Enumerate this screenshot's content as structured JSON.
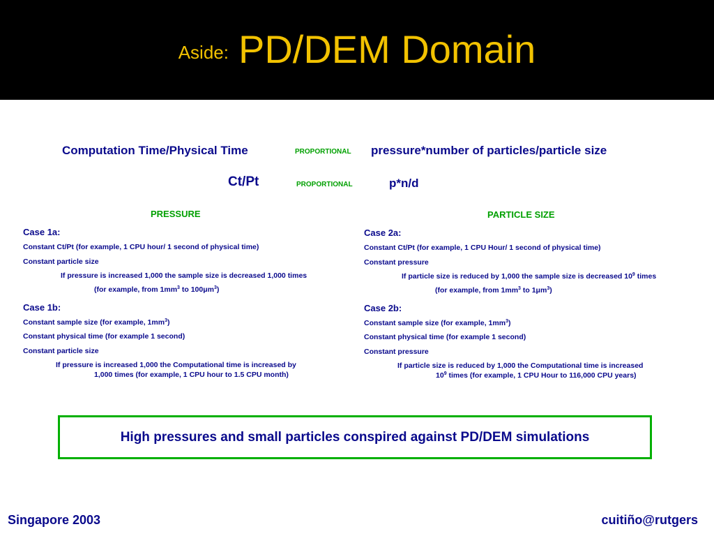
{
  "title": {
    "aside": "Aside:",
    "main": "PD/DEM Domain"
  },
  "formula": {
    "lhs": "Computation Time/Physical Time",
    "relation": "PROPORTIONAL",
    "rhs": "pressure*number of particles/particle size",
    "short_lhs": "Ct/Pt",
    "short_relation": "PROPORTIONAL",
    "short_rhs": "p*n/d"
  },
  "pressure": {
    "header": "PRESSURE",
    "case1a": {
      "title": "Case 1a:",
      "line1": "Constant Ct/Pt (for example, 1 CPU hour/ 1 second of physical time)",
      "line2": "Constant particle size",
      "line3": "If pressure is increased 1,000 the sample size is decreased 1,000 times",
      "line4_a": "(for example, from 1mm",
      "line4_b": "3",
      "line4_c": " to 100",
      "line4_d": "μ",
      "line4_e": "m",
      "line4_f": "3",
      "line4_g": ")"
    },
    "case1b": {
      "title": "Case 1b:",
      "line1_a": "Constant sample size (for example, 1mm",
      "line1_b": "3",
      "line1_c": ")",
      "line2": "Constant physical time (for example 1 second)",
      "line3": "Constant particle size",
      "line4": "If pressure is increased 1,000 the Computational time is increased  by",
      "line5": "1,000 times (for example, 1 CPU hour to 1.5 CPU month)"
    }
  },
  "particle_size": {
    "header": "PARTICLE SIZE",
    "case2a": {
      "title": "Case 2a:",
      "line1": "Constant Ct/Pt (for example, 1 CPU Hour/ 1 second of physical time)",
      "line2": "Constant pressure",
      "line3_a": "If particle size is reduced by 1,000 the sample size is decreased 10",
      "line3_b": "9",
      "line3_c": " times",
      "line4_a": "(for example, from 1mm",
      "line4_b": "3",
      "line4_c": " to 1",
      "line4_d": "μ",
      "line4_e": "m",
      "line4_f": "3",
      "line4_g": ")"
    },
    "case2b": {
      "title": "Case 2b:",
      "line1_a": "Constant sample size (for example, 1mm",
      "line1_b": "3",
      "line1_c": ")",
      "line2": "Constant physical time (for example 1 second)",
      "line3": "Constant pressure",
      "line4": "If particle size is reduced by 1,000 the Computational time is increased",
      "line5_a": "10",
      "line5_b": "9",
      "line5_c": " times (for example, 1 CPU Hour to 116,000 CPU years)"
    }
  },
  "conclusion": "High pressures and small particles conspired against PD/DEM simulations",
  "footer": {
    "left": "Singapore 2003",
    "right": "cuitiño@rutgers"
  },
  "colors": {
    "title": "#f2c200",
    "text": "#0a0a8c",
    "accent": "#00a000",
    "box_border": "#00b000",
    "background": "#ffffff",
    "title_bar": "#000000"
  }
}
